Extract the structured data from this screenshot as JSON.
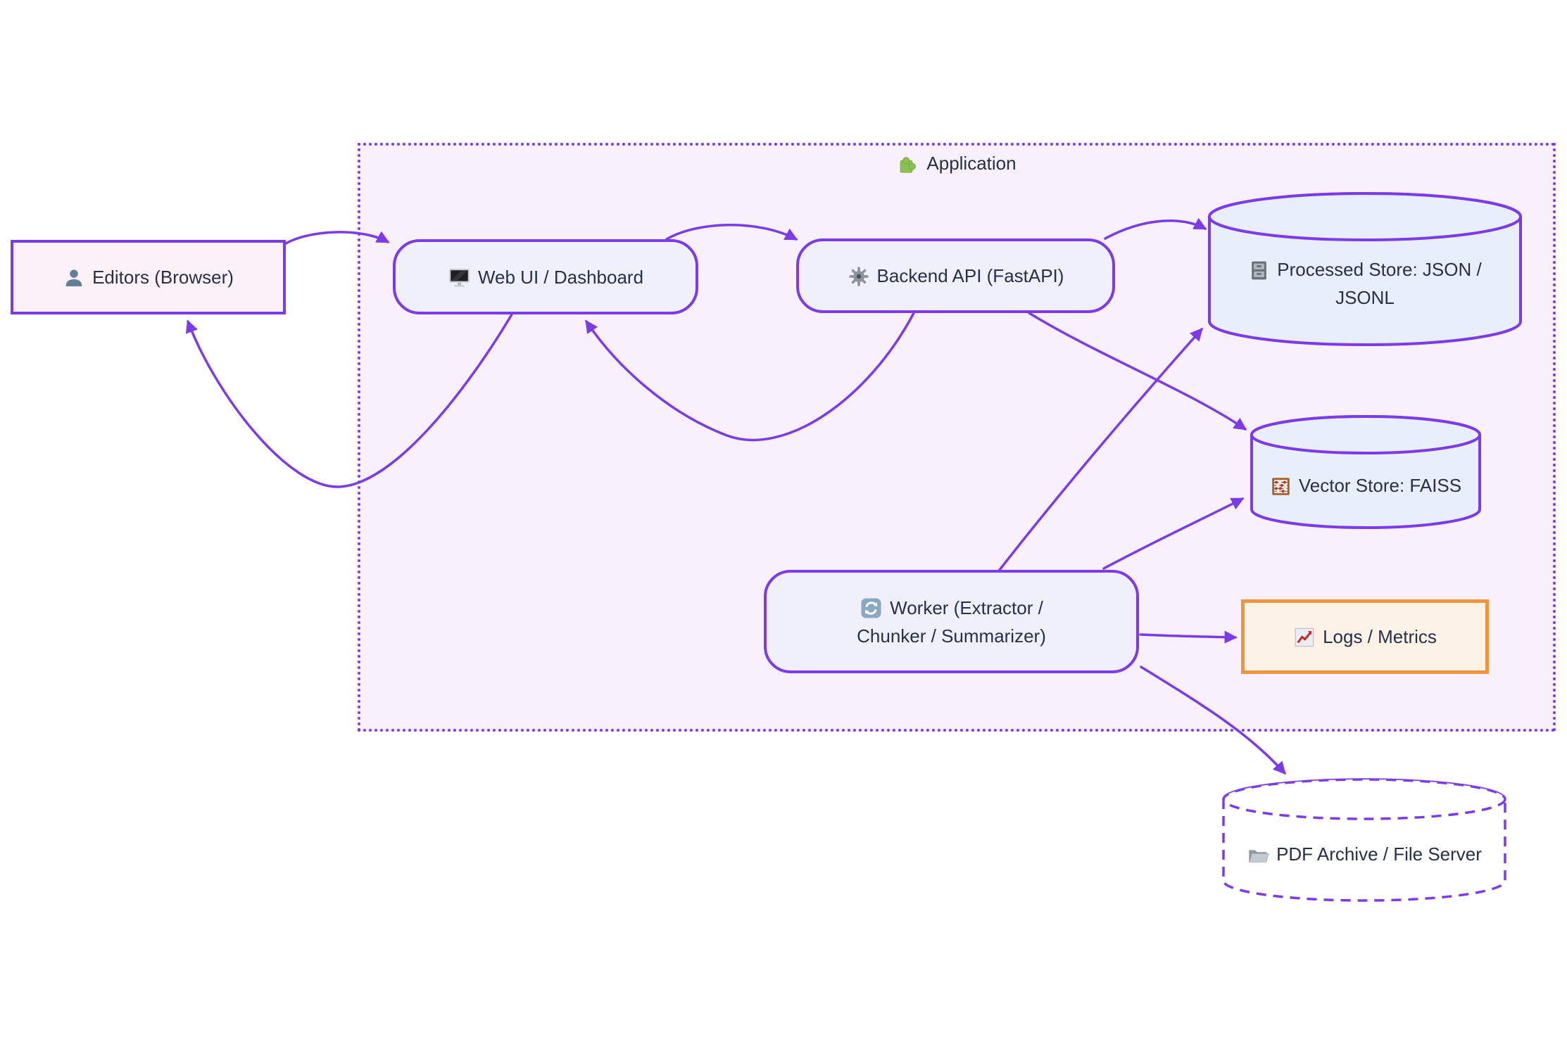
{
  "container": {
    "label": "Application",
    "icon": "puzzle-icon"
  },
  "nodes": {
    "editors": {
      "label": "Editors (Browser)",
      "icon": "person-icon",
      "shape": "rectangle"
    },
    "webui": {
      "label": "Web UI / Dashboard",
      "icon": "monitor-icon",
      "shape": "rounded"
    },
    "backend": {
      "label": "Backend API (FastAPI)",
      "icon": "gear-icon",
      "shape": "rounded"
    },
    "processed": {
      "label": "Processed Store: JSON / JSONL",
      "icon": "file-cabinet-icon",
      "shape": "cylinder"
    },
    "vector": {
      "label": "Vector Store: FAISS",
      "icon": "abacus-icon",
      "shape": "cylinder"
    },
    "worker": {
      "label": "Worker (Extractor / Chunker / Summarizer)",
      "icon": "repeat-icon",
      "shape": "rounded"
    },
    "logs": {
      "label": "Logs / Metrics",
      "icon": "chart-increasing-icon",
      "shape": "rectangle"
    },
    "pdf": {
      "label": "PDF Archive / File Server",
      "icon": "open-folder-icon",
      "shape": "cylinder-dashed"
    }
  },
  "edges": [
    {
      "from": "editors",
      "to": "webui"
    },
    {
      "from": "webui",
      "to": "backend"
    },
    {
      "from": "backend",
      "to": "processed"
    },
    {
      "from": "backend",
      "to": "vector"
    },
    {
      "from": "backend",
      "to": "webui"
    },
    {
      "from": "webui",
      "to": "editors"
    },
    {
      "from": "worker",
      "to": "processed"
    },
    {
      "from": "worker",
      "to": "vector"
    },
    {
      "from": "worker",
      "to": "logs"
    },
    {
      "from": "worker",
      "to": "pdf"
    }
  ],
  "colors": {
    "edge_purple": "#7C3AED",
    "node_fill": "#F0F0FC",
    "container_fill": "#F8F1FC",
    "store_fill": "#E8EFFA",
    "editors_fill": "#FDF1F8",
    "logs_fill": "#FDF2E6",
    "logs_border": "#F0943F",
    "text": "#26304A"
  }
}
